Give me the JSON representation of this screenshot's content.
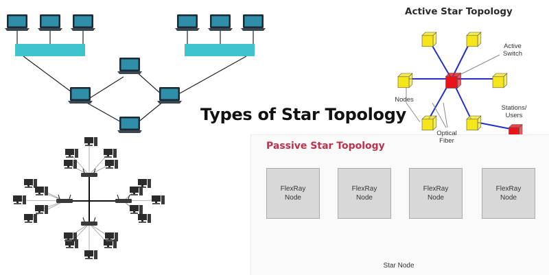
{
  "main_title": "Types of Star Topology",
  "active_star": {
    "title": "Active Star Topology",
    "labels": {
      "switch_line1": "Active",
      "switch_line2": "Switch",
      "nodes": "Nodes",
      "fiber_line1": "Optical",
      "fiber_line2": "Fiber",
      "stations_line1": "Stations/",
      "stations_line2": "Users"
    },
    "colors": {
      "node": "#f5e61b",
      "switch": "#e8141a",
      "link": "#1f2fc8",
      "annotation": "#8a8a8a"
    }
  },
  "passive_star": {
    "title": "Passive Star Topology",
    "nodes": [
      {
        "line1": "FlexRay",
        "line2": "Node"
      },
      {
        "line1": "FlexRay",
        "line2": "Node"
      },
      {
        "line1": "FlexRay",
        "line2": "Node"
      },
      {
        "line1": "FlexRay",
        "line2": "Node"
      }
    ],
    "hub_label": "Star Node",
    "colors": {
      "title": "#c0304a",
      "node_fill": "#d8d8d8",
      "line": "#b5b5b5"
    }
  },
  "hierarchical_star": {
    "colors": {
      "hub": "#3fc3cc",
      "laptop": "#1c2a36",
      "screen": "#2f8fa8"
    }
  },
  "extended_star": {
    "colors": {
      "line": "#111111",
      "pc": "#2b2b2b",
      "router": "#3a3a3a"
    }
  }
}
